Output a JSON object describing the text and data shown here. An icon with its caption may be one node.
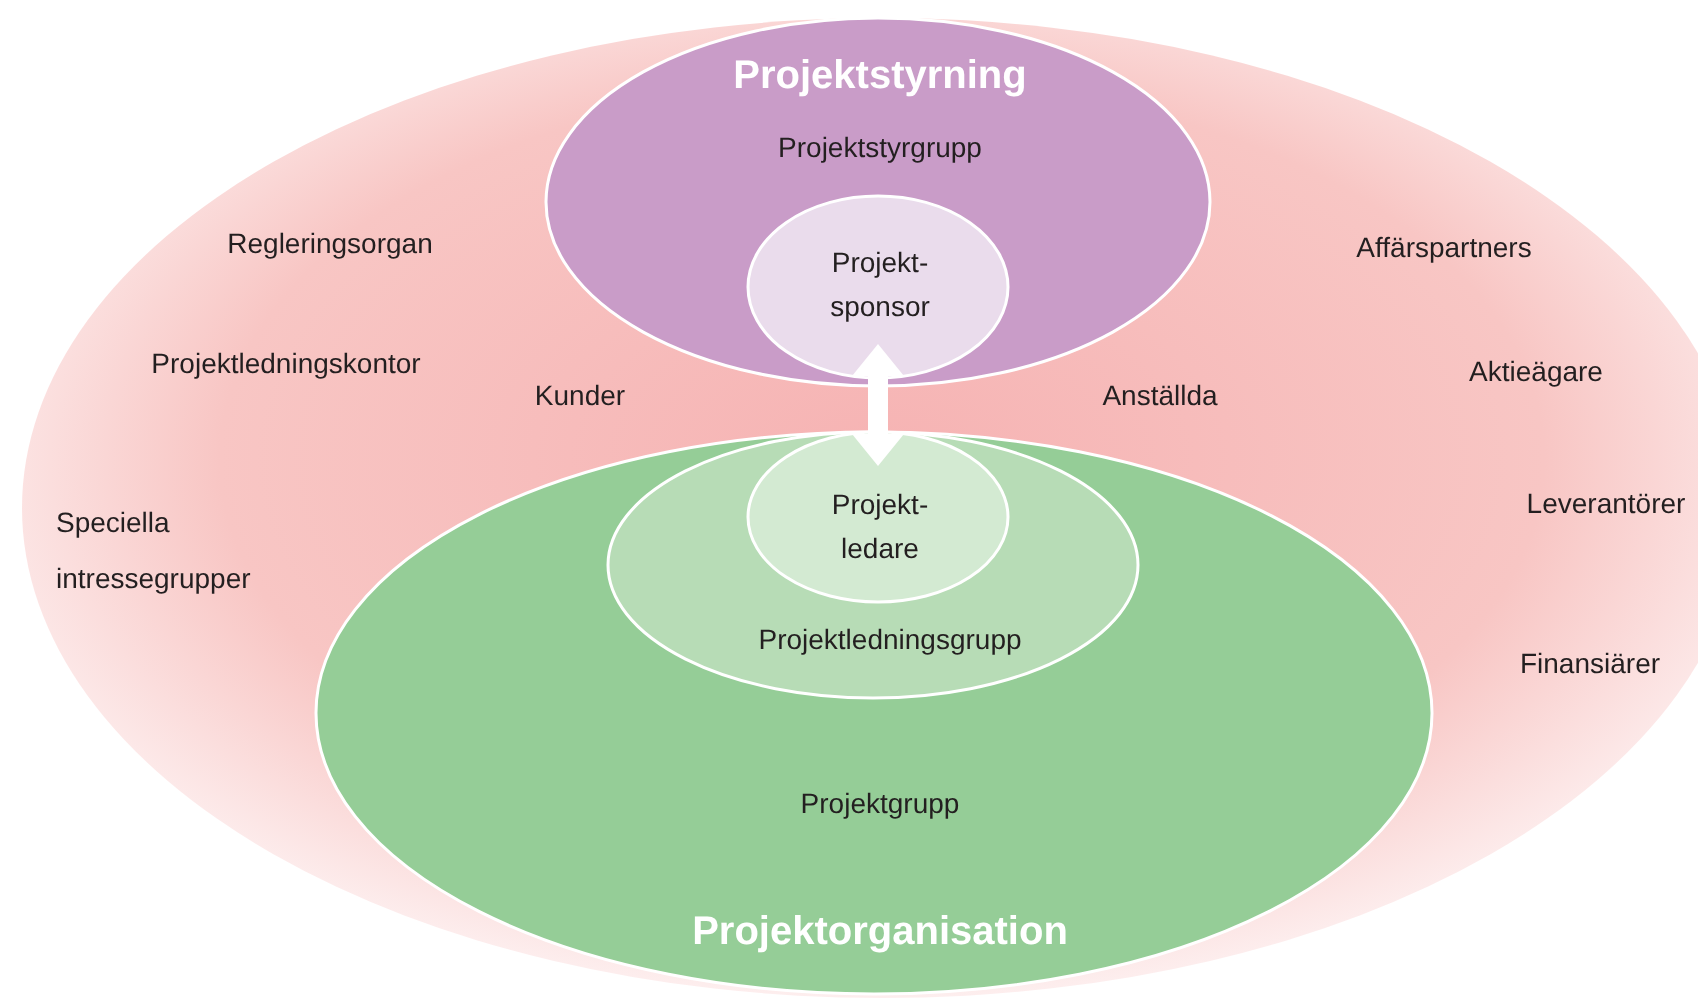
{
  "diagram": {
    "nodes": [
      {
        "text": [
          "Regleringsorgan",
          "Projektledningskontor",
          "Kunder",
          "Speciella intressegrupper",
          "Affärspartners",
          "Aktieägare",
          "Anställda",
          "Leverantörer",
          "Finansiärer"
        ]
      },
      {
        "text": [
          "Projektstyrning",
          "Projektstyrgrupp"
        ],
        "in": 0
      },
      {
        "text": [
          "Projekt- sponsor"
        ],
        "in": 1
      },
      {
        "text": [
          "Projektgrupp",
          "Projektorganisation"
        ],
        "in": 0
      },
      {
        "text": [
          "Projektledningsgrupp"
        ],
        "in": 3
      },
      {
        "text": [
          "Projekt- ledare"
        ],
        "in": 4
      }
    ],
    "edges": [
      {
        "from": 2,
        "to": 5,
        "arrow": "both"
      }
    ]
  }
}
